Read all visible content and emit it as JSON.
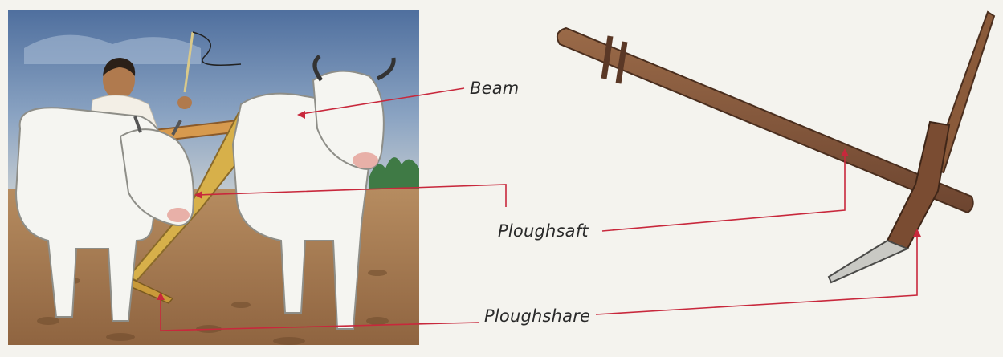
{
  "labels": {
    "beam": "Beam",
    "ploughshaft": "Ploughsaft",
    "ploughshare": "Ploughshare"
  },
  "colors": {
    "leader_line": "#c8283c",
    "sky": "#5b7aa8",
    "soil": "#a77b4f",
    "wood": "#8a5a3a",
    "yoke": "#d79a4e",
    "ox": "#f5f5f1"
  },
  "icons": {
    "scene": "farmer-ploughing-with-oxen",
    "tool": "wooden-plough"
  }
}
